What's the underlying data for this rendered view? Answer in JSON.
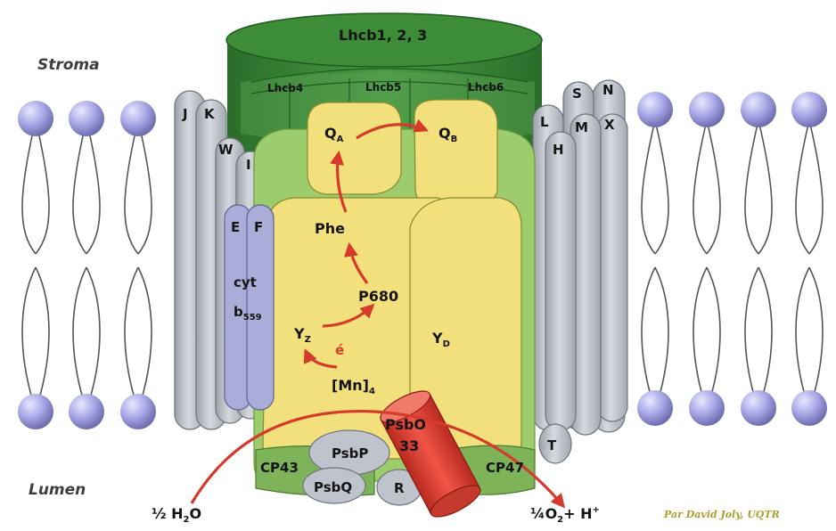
{
  "labels": {
    "stroma": "Stroma",
    "lumen": "Lumen",
    "lhcb_top": "Lhcb1, 2, 3",
    "lhcb4": "Lhcb4",
    "lhcb5": "Lhcb5",
    "lhcb6": "Lhcb6",
    "qa_main": "Q",
    "qa_sub": "A",
    "qb_main": "Q",
    "qb_sub": "B",
    "phe": "Phe",
    "p680": "P680",
    "yz_main": "Y",
    "yz_sub": "Z",
    "yd_main": "Y",
    "yd_sub": "D",
    "electron": "é",
    "mn_main": "[Mn]",
    "mn_sub": "4",
    "psbo_line1": "PsbO",
    "psbo_line2": "33",
    "psbp": "PsbP",
    "psbq": "PsbQ",
    "r": "R",
    "cp43": "CP43",
    "cp47": "CP47",
    "cyt_line1": "cyt",
    "cyt_line2_main": "b",
    "cyt_line2_sub": "559",
    "water_main": "½ H",
    "water_sub": "2",
    "water_end": "O",
    "oxygen_main": "¼O",
    "oxygen_sub": "2",
    "oxygen_end": "+ H",
    "oxygen_sup": "+",
    "credit": "Par David Joly, UQTR"
  },
  "subunits_left": [
    "J",
    "K",
    "W",
    "I",
    "E",
    "F"
  ],
  "subunits_right": [
    "S",
    "N",
    "L",
    "M",
    "X",
    "H",
    "T"
  ],
  "colors": {
    "lhcb_dark": "#2f7a2f",
    "lhcb_mid": "#3f8f3a",
    "core_green": "#9ccc6b",
    "core_yellow": "#f2e07c",
    "subunit_gray": "#bfc4cc",
    "cyt_lavender": "#a9add8",
    "psbo_red": "#dd4433",
    "arrow_red": "#d53a2a",
    "lipid_head": "#a6a6e6"
  }
}
